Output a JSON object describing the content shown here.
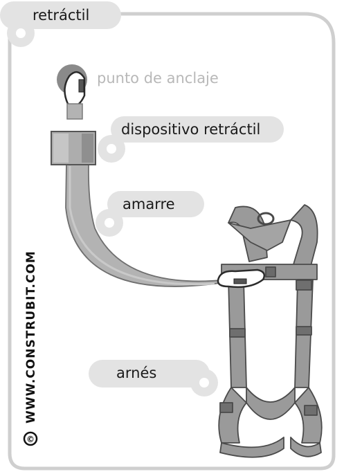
{
  "title": "retráctil",
  "labels": {
    "anchor_point": "punto de anclaje",
    "retractable_device": "dispositivo retráctil",
    "lanyard": "amarre",
    "harness": "arnés"
  },
  "watermark": {
    "text": "WWW.CONSTRUBIT.COM",
    "symbol": "©"
  },
  "colors": {
    "frame": "#cfcfcf",
    "tag": "#e3e3e3",
    "strap": "#b3b3b3",
    "strap_edge": "#7a7a7a",
    "harness": "#9a9a9a",
    "anchor": "#8a8a8a"
  }
}
